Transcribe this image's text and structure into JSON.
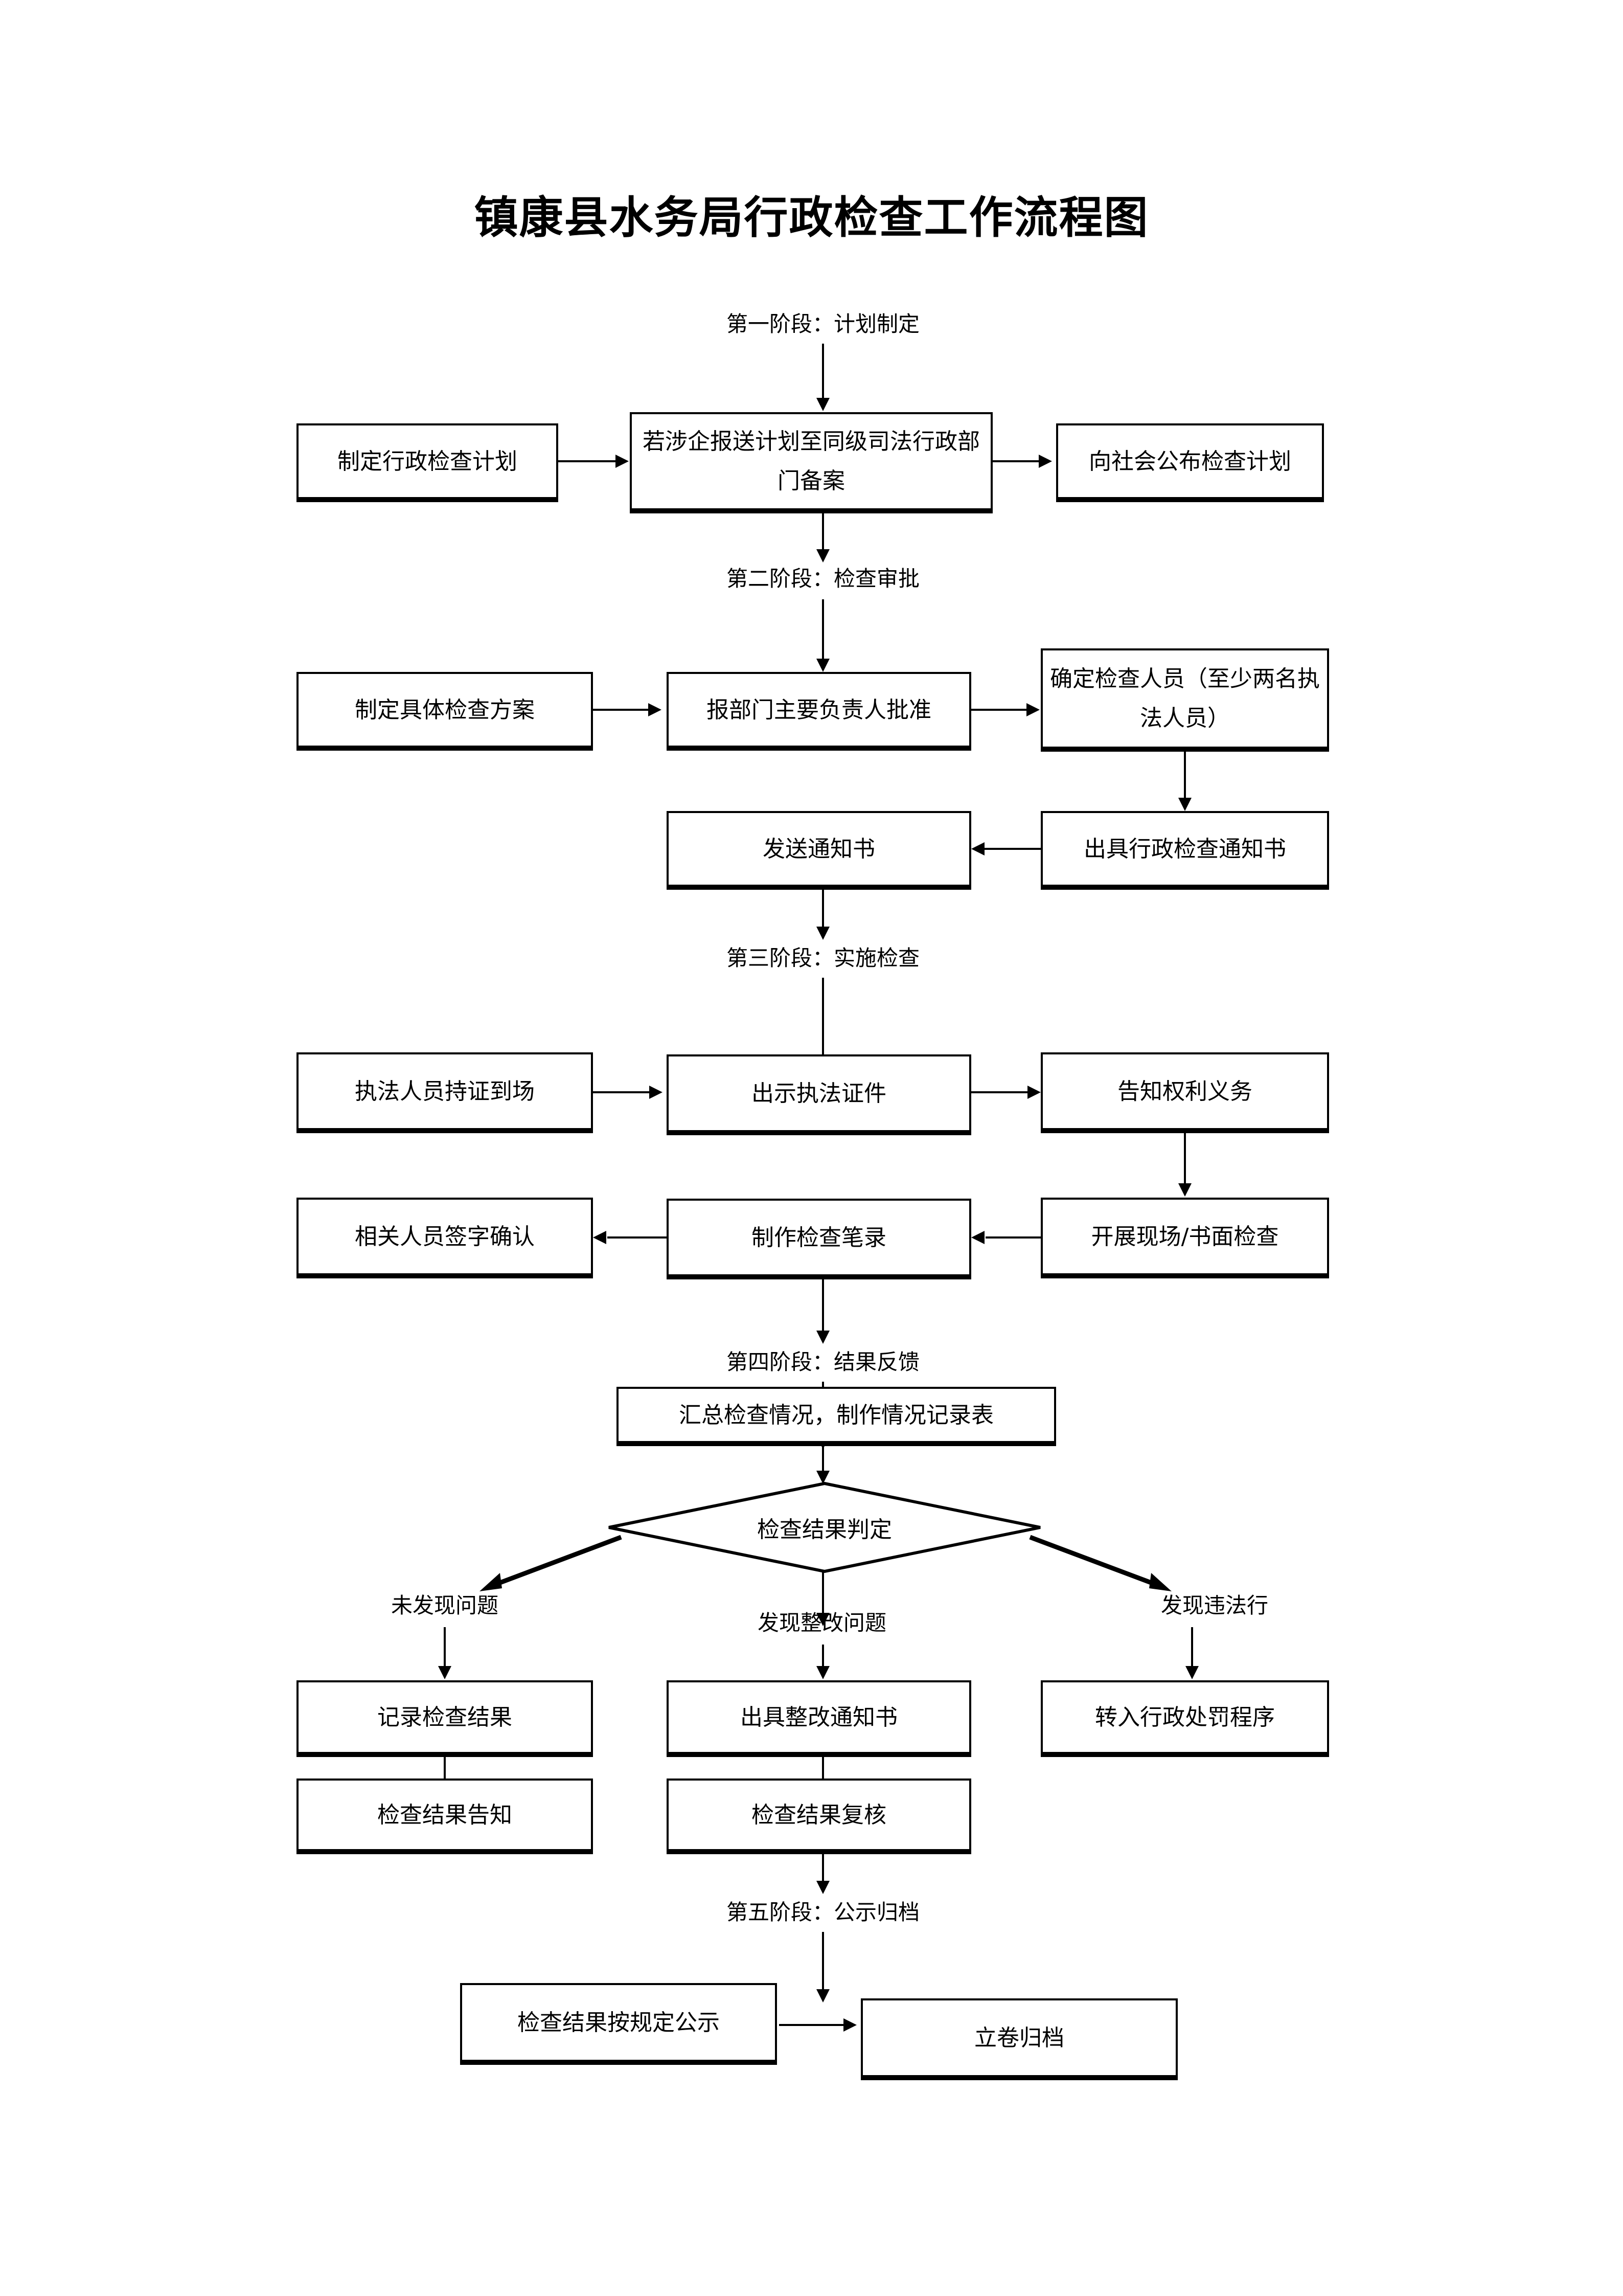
{
  "document": {
    "title": "镇康县水务局行政检查工作流程图"
  },
  "stages": [
    {
      "label": "第一阶段：计划制定"
    },
    {
      "label": "第二阶段：检查审批"
    },
    {
      "label": "第三阶段：实施检查"
    },
    {
      "label": "第四阶段：结果反馈"
    },
    {
      "label": "第五阶段：公示归档"
    }
  ],
  "nodes": {
    "s1_make_plan": "制定行政检查计划",
    "s1_file_with_justice": "若涉企报送计划至同级司法行政部门备案",
    "s1_publish_plan": "向社会公布检查计划",
    "s2_make_scheme": "制定具体检查方案",
    "s2_approval": "报部门主要负责人批准",
    "s2_assign_staff": "确定检查人员（至少两名执法人员）",
    "s2_issue_notice": "出具行政检查通知书",
    "s2_send_notice": "发送通知书",
    "s3_staff_arrive": "执法人员持证到场",
    "s3_show_credentials": "出示执法证件",
    "s3_inform_rights": "告知权利义务",
    "s3_conduct_check": "开展现场/书面检查",
    "s3_make_record": "制作检查笔录",
    "s3_sign_confirm": "相关人员签字确认",
    "s4_summarize": "汇总检查情况，制作情况记录表",
    "s4_decision": "检查结果判定",
    "s4_no_issue_found": "记录检查结果",
    "s4_notify_result": "检查结果告知",
    "s4_issue_rectification": "出具整改通知书",
    "s4_review_result": "检查结果复核",
    "s4_transfer_penalty": "转入行政处罚程序",
    "s5_publicize": "检查结果按规定公示",
    "s5_archive": "立卷归档"
  },
  "branch_labels": {
    "none": "未发现问题",
    "rectify": "发现整改问题",
    "illegal": "发现违法行"
  },
  "colors": {
    "stroke": "#000000",
    "background": "#ffffff"
  }
}
